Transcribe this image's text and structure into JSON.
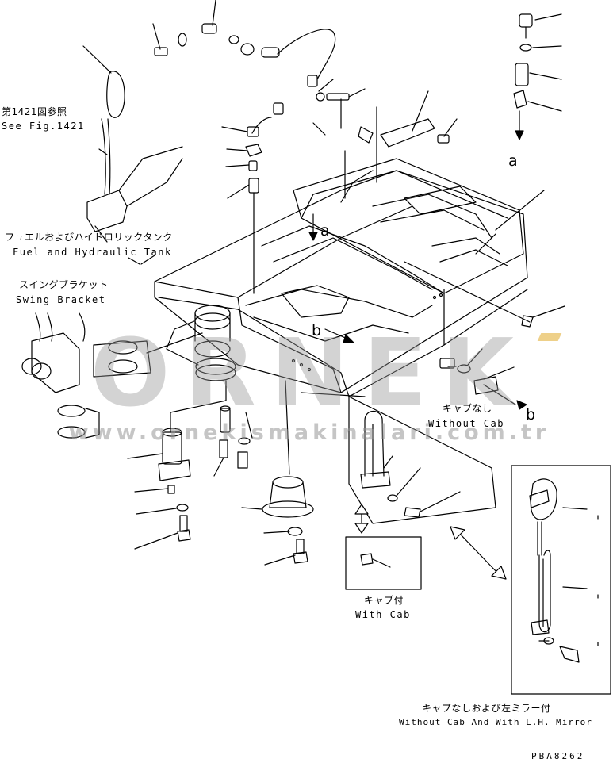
{
  "labels": {
    "see_fig_jp": "第1421図参照",
    "see_fig_en": "See Fig.1421",
    "fuel_tank_jp": "フュエルおよびハイドロリックタンク",
    "fuel_tank_en": "Fuel and Hydraulic Tank",
    "swing_bracket_jp": "スイングブラケット",
    "swing_bracket_en": "Swing Bracket",
    "without_cab_jp": "キャブなし",
    "without_cab_en": "Without Cab",
    "with_cab_jp": "キャブ付",
    "with_cab_en": "With Cab",
    "without_cab_mirror_jp": "キャブなしおよび左ミラー付",
    "without_cab_mirror_en": "Without Cab And With L.H. Mirror",
    "drawing_code": "PBA8262"
  },
  "callouts": {
    "a_top_right": "a",
    "a_center": "a",
    "b_center": "b",
    "b_right": "b"
  },
  "watermark": {
    "brand": "ORNEK",
    "url": "www.ornekismakinalari.com.tr",
    "color": "#9a9a9a",
    "accent_color": "#e0aa28"
  },
  "colors": {
    "ink": "#000000",
    "paper": "#ffffff"
  }
}
